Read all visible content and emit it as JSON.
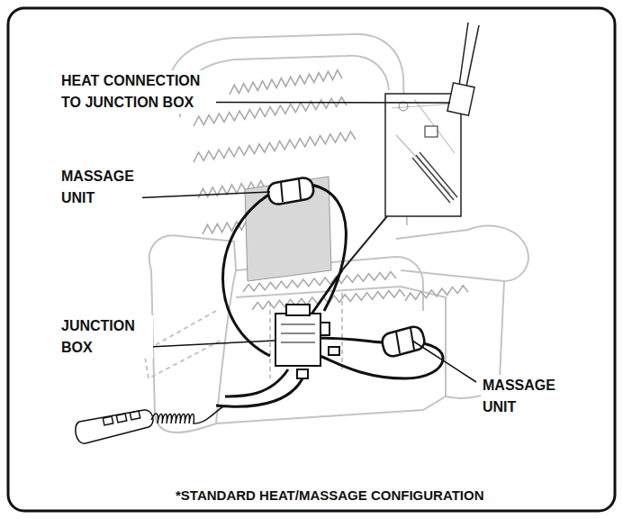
{
  "diagram": {
    "caption": "*STANDARD HEAT/MASSAGE CONFIGURATION",
    "labels": [
      "HEAT CONNECTION TO JUNCTION BOX",
      "MASSAGE UNIT",
      "JUNCTION BOX",
      "MASSAGE UNIT"
    ]
  }
}
